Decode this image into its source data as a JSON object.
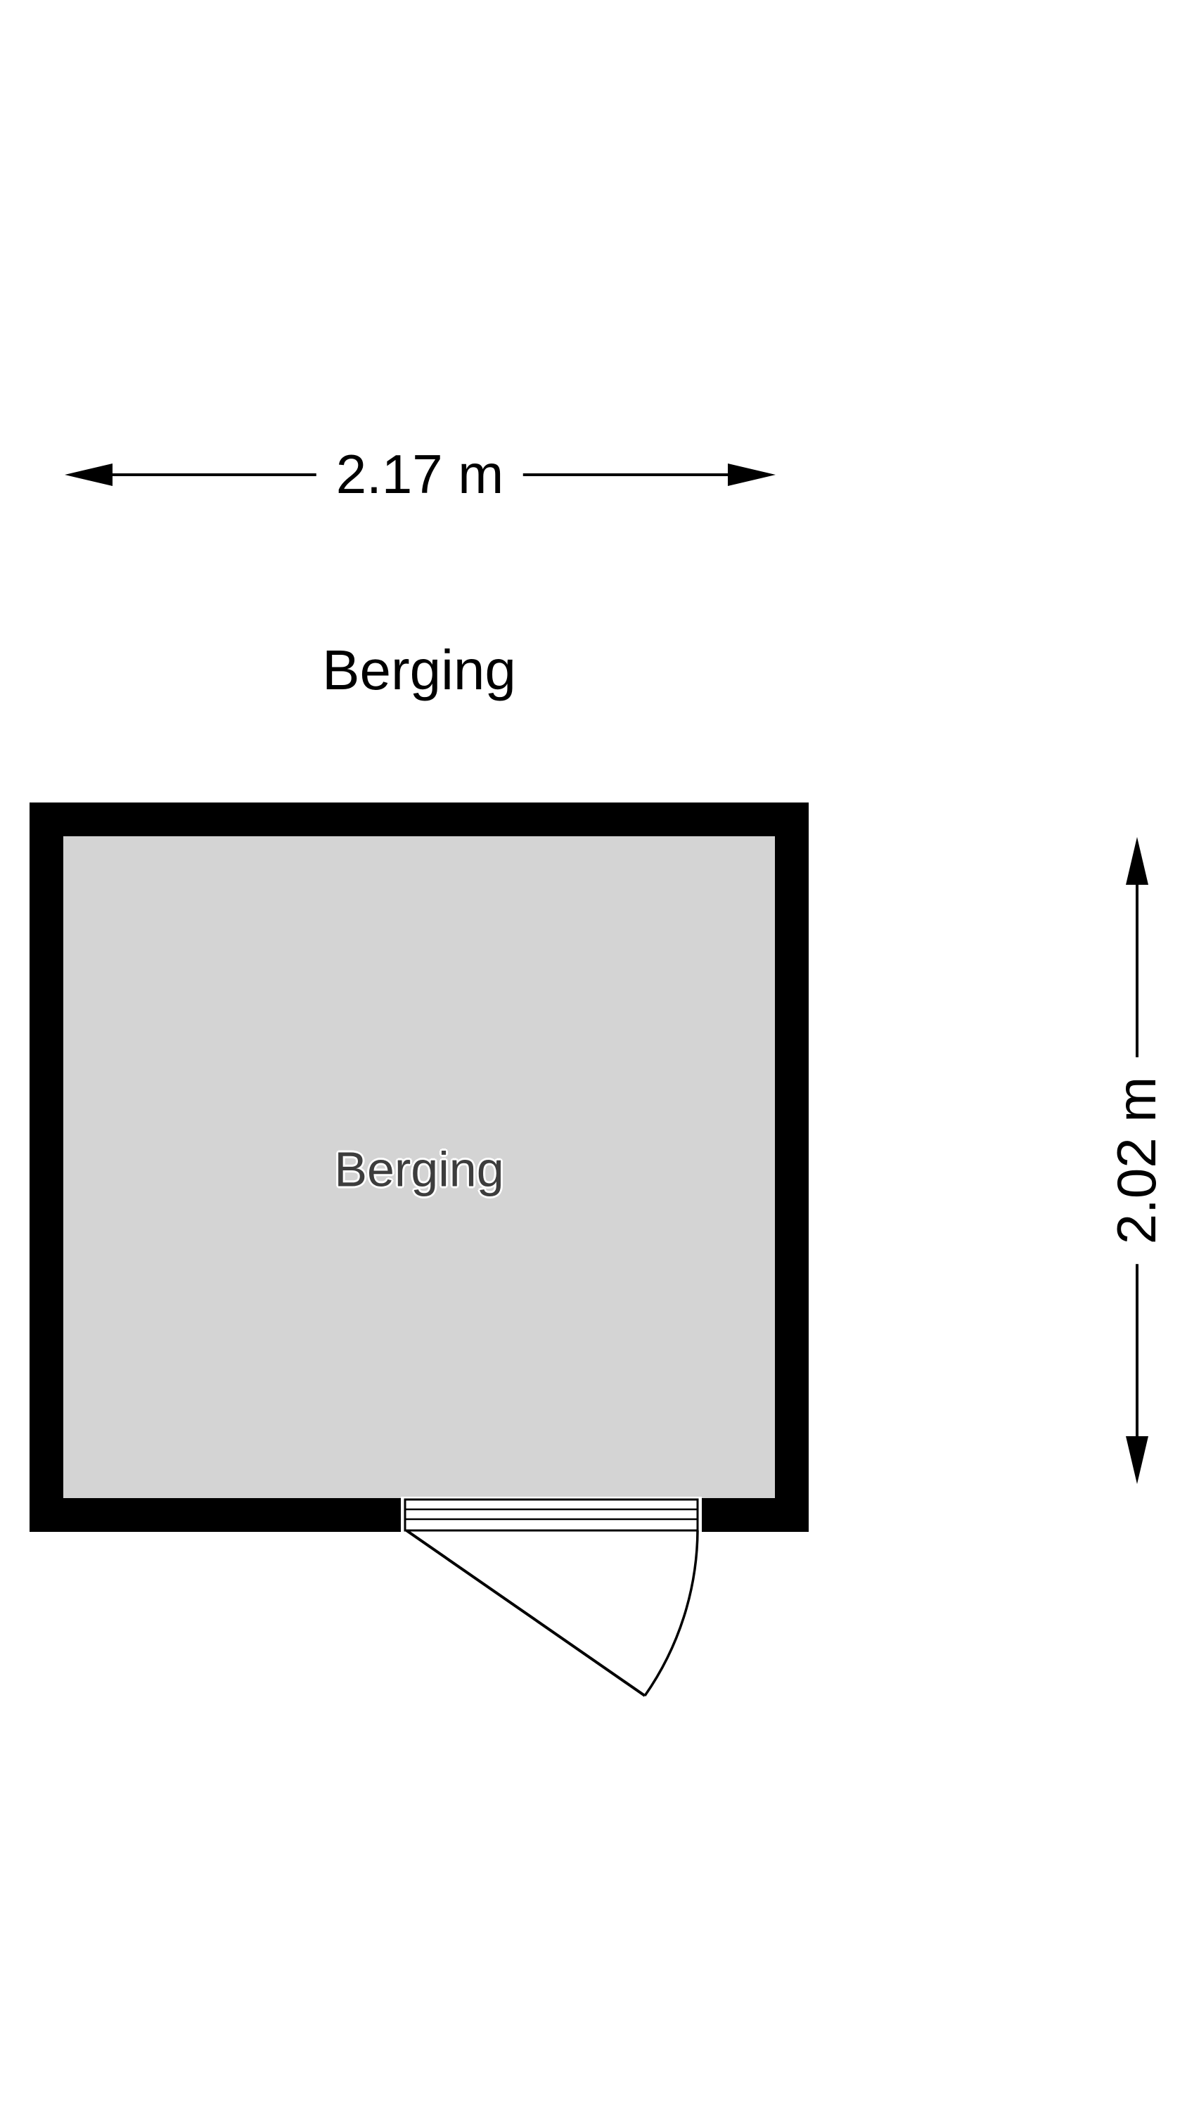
{
  "plan": {
    "title": "Berging",
    "room": {
      "label": "Berging"
    },
    "dimensions": {
      "width": "2.17 m",
      "height": "2.02 m"
    }
  },
  "colors": {
    "wall": "#000000",
    "floor": "#d4d4d4",
    "background": "#ffffff",
    "line": "#000000",
    "room_label": "#3d3d3d"
  }
}
